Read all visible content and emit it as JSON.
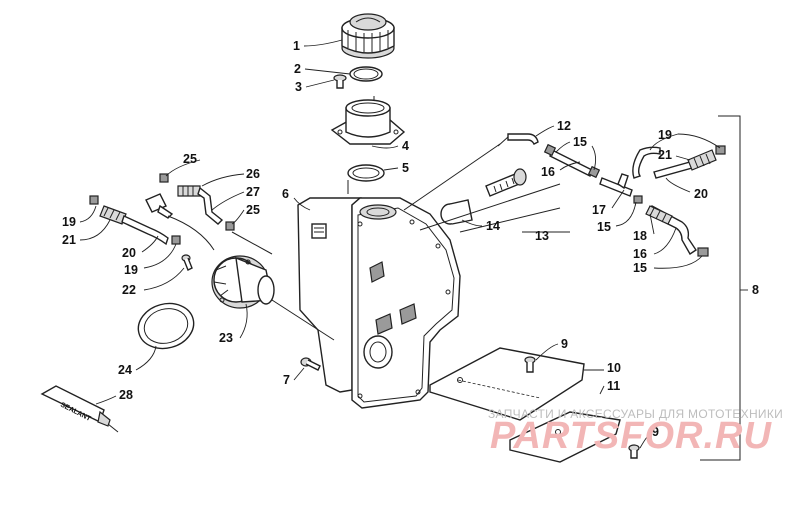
{
  "callouts": {
    "c1": "1",
    "c2": "2",
    "c3": "3",
    "c4": "4",
    "c5": "5",
    "c6": "6",
    "c7": "7",
    "c8": "8",
    "c9a": "9",
    "c9b": "9",
    "c10": "10",
    "c11": "11",
    "c12": "12",
    "c13": "13",
    "c14": "14",
    "c15a": "15",
    "c15b": "15",
    "c15c": "15",
    "c16a": "16",
    "c16b": "16",
    "c17": "17",
    "c18": "18",
    "c19a": "19",
    "c19b": "19",
    "c19c": "19",
    "c20a": "20",
    "c20b": "20",
    "c21a": "21",
    "c21b": "21",
    "c22": "22",
    "c23": "23",
    "c24": "24",
    "c25a": "25",
    "c25b": "25",
    "c26": "26",
    "c27": "27",
    "c28": "28"
  },
  "labels": {
    "sealant": "SEALANT"
  },
  "watermark": {
    "caption": "ЗАПЧАСТИ И АКСЕССУАРЫ ДЛЯ МОТОТЕХНИКИ",
    "brand": "PARTSFOR.RU"
  }
}
